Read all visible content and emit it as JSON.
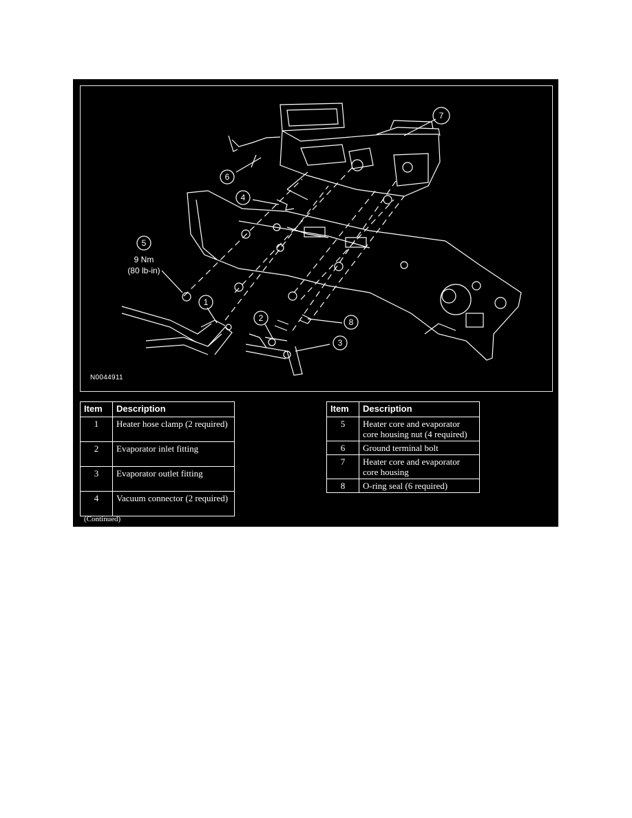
{
  "diagram": {
    "figure_code": "N0044911",
    "callouts": [
      "1",
      "2",
      "3",
      "4",
      "5",
      "6",
      "7",
      "8"
    ],
    "torque_value": "9 Nm",
    "torque_imperial": "(80 lb-in)"
  },
  "legend": {
    "header_item": "Item",
    "header_description": "Description",
    "left_rows": [
      {
        "item": "1",
        "description": "Heater hose clamp (2 required)"
      },
      {
        "item": "2",
        "description": "Evaporator inlet fitting"
      },
      {
        "item": "3",
        "description": "Evaporator outlet fitting"
      },
      {
        "item": "4",
        "description": "Vacuum connector (2 required)"
      }
    ],
    "right_rows": [
      {
        "item": "5",
        "description": "Heater core and evaporator core housing nut (4 required)"
      },
      {
        "item": "6",
        "description": "Ground terminal bolt"
      },
      {
        "item": "7",
        "description": "Heater core and evaporator core housing"
      },
      {
        "item": "8",
        "description": "O-ring seal (6 required)"
      }
    ]
  },
  "continued_note": "(Continued)",
  "colors": {
    "background": "#000000",
    "line_art": "#ffffff",
    "page": "#ffffff"
  }
}
